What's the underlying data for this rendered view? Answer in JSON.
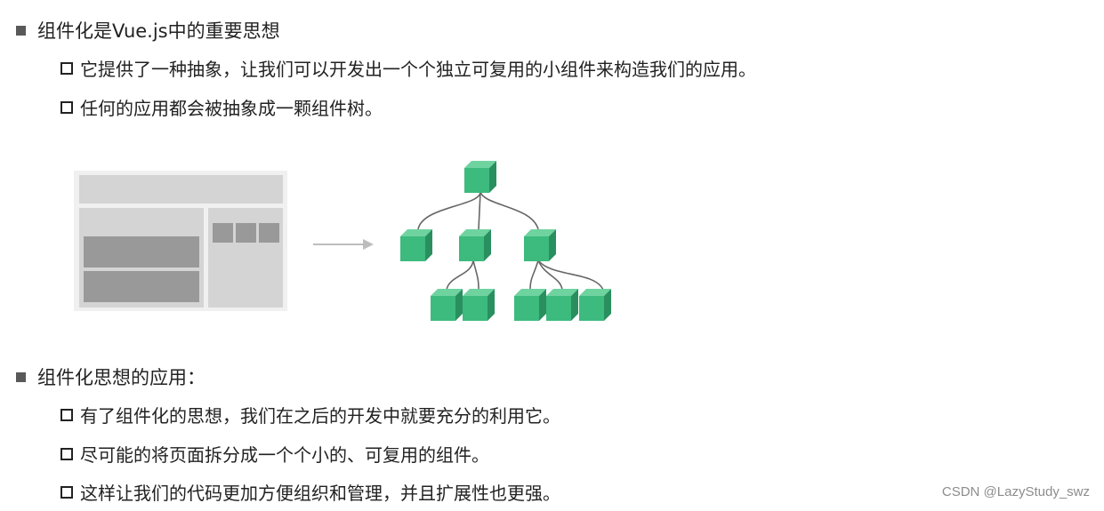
{
  "section1": {
    "heading": "组件化是Vue.js中的重要思想",
    "items": [
      "它提供了一种抽象，让我们可以开发出一个个独立可复用的小组件来构造我们的应用。",
      "任何的应用都会被抽象成一颗组件树。"
    ]
  },
  "section2": {
    "heading": "组件化思想的应用：",
    "items": [
      "有了组件化的思想，我们在之后的开发中就要充分的利用它。",
      "尽可能的将页面拆分成一个个小的、可复用的组件。",
      "这样让我们的代码更加方便组织和管理，并且扩展性也更强。"
    ]
  },
  "watermark": "CSDN @LazyStudy_swz",
  "colors": {
    "cube_front": "#3dba7e",
    "cube_top": "#6fd3a0",
    "cube_side": "#2a8f5f",
    "wireframe_bg": "#f0f0f0",
    "wireframe_panel": "#d4d4d4",
    "wireframe_block": "#999999"
  }
}
